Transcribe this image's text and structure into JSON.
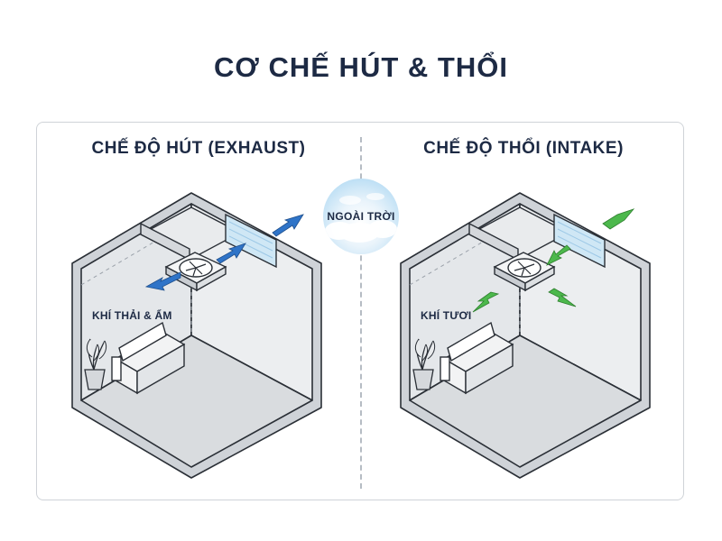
{
  "title": "CƠ CHẾ HÚT & THỔI",
  "outdoor_label": "NGOÀI TRỜI",
  "modes": {
    "exhaust": {
      "title": "CHẾ ĐỘ HÚT (EXHAUST)",
      "air_label": "KHÍ THẢI & ẨM",
      "arrow_color": "#2f74c8"
    },
    "intake": {
      "title": "CHẾ ĐỘ THỔI (INTAKE)",
      "air_label": "KHÍ TƯƠI",
      "arrow_color": "#4cb84c"
    }
  },
  "colors": {
    "title": "#1d2a44",
    "wall": "#dcdfe3",
    "floor": "#d6d9dd",
    "outline": "#2a2f36"
  }
}
